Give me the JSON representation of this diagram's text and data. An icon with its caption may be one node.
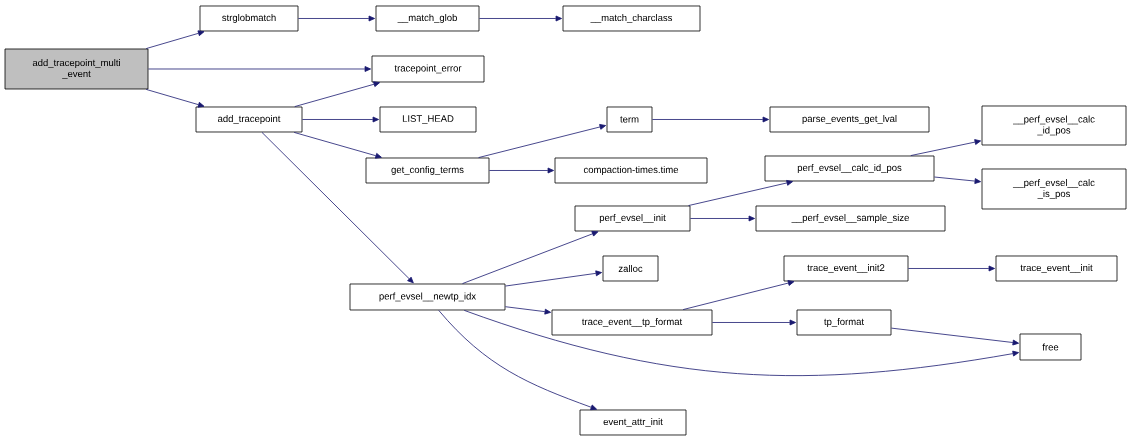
{
  "diagram": {
    "nodes": [
      {
        "text": [
          "add_tracepoint_multi _event"
        ]
      },
      {
        "text": [
          "strglobmatch"
        ]
      },
      {
        "text": [
          "__match_glob"
        ]
      },
      {
        "text": [
          "__match_charclass"
        ]
      },
      {
        "text": [
          "tracepoint_error"
        ]
      },
      {
        "text": [
          "add_tracepoint"
        ]
      },
      {
        "text": [
          "LIST_HEAD"
        ]
      },
      {
        "text": [
          "get_config_terms"
        ]
      },
      {
        "text": [
          "term"
        ]
      },
      {
        "text": [
          "parse_events_get_lval"
        ]
      },
      {
        "text": [
          "compaction-times.time"
        ]
      },
      {
        "text": [
          "perf_evsel__calc_id_pos"
        ]
      },
      {
        "text": [
          "__perf_evsel__calc _id_pos"
        ]
      },
      {
        "text": [
          "__perf_evsel__calc _is_pos"
        ]
      },
      {
        "text": [
          "perf_evsel__init"
        ]
      },
      {
        "text": [
          "__perf_evsel__sample_size"
        ]
      },
      {
        "text": [
          "zalloc"
        ]
      },
      {
        "text": [
          "perf_evsel__newtp_idx"
        ]
      },
      {
        "text": [
          "trace_event__init2"
        ]
      },
      {
        "text": [
          "trace_event__init"
        ]
      },
      {
        "text": [
          "trace_event__tp_format"
        ]
      },
      {
        "text": [
          "tp_format"
        ]
      },
      {
        "text": [
          "free"
        ]
      },
      {
        "text": [
          "event_attr_init"
        ]
      }
    ],
    "edges": [
      {
        "from": 0,
        "to": 1,
        "arrow": "to"
      },
      {
        "from": 0,
        "to": 4,
        "arrow": "to"
      },
      {
        "from": 0,
        "to": 5,
        "arrow": "to"
      },
      {
        "from": 1,
        "to": 2,
        "arrow": "to"
      },
      {
        "from": 2,
        "to": 3,
        "arrow": "to"
      },
      {
        "from": 5,
        "to": 4,
        "arrow": "to"
      },
      {
        "from": 5,
        "to": 6,
        "arrow": "to"
      },
      {
        "from": 5,
        "to": 7,
        "arrow": "to"
      },
      {
        "from": 5,
        "to": 17,
        "arrow": "to"
      },
      {
        "from": 7,
        "to": 8,
        "arrow": "to"
      },
      {
        "from": 7,
        "to": 10,
        "arrow": "to"
      },
      {
        "from": 8,
        "to": 9,
        "arrow": "to"
      },
      {
        "from": 14,
        "to": 11,
        "arrow": "to"
      },
      {
        "from": 11,
        "to": 12,
        "arrow": "to"
      },
      {
        "from": 11,
        "to": 13,
        "arrow": "to"
      },
      {
        "from": 14,
        "to": 15,
        "arrow": "to"
      },
      {
        "from": 17,
        "to": 14,
        "arrow": "to"
      },
      {
        "from": 17,
        "to": 16,
        "arrow": "to"
      },
      {
        "from": 17,
        "to": 20,
        "arrow": "to"
      },
      {
        "from": 17,
        "to": 22,
        "arrow": "to"
      },
      {
        "from": 17,
        "to": 23,
        "arrow": "to"
      },
      {
        "from": 20,
        "to": 18,
        "arrow": "to"
      },
      {
        "from": 18,
        "to": 19,
        "arrow": "to"
      },
      {
        "from": 20,
        "to": 21,
        "arrow": "to"
      },
      {
        "from": 21,
        "to": 22,
        "arrow": "to"
      }
    ]
  }
}
